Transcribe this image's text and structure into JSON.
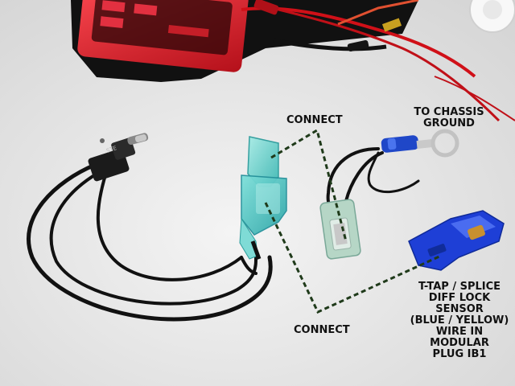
{
  "labels": {
    "connect_top": "CONNECT",
    "to_chassis_ground": "TO CHASSIS\nGROUND",
    "connect_bottom": "CONNECT",
    "ttap_splice": "T-TAP / SPLICE\nDIFF LOCK\nSENSOR\n(BLUE / YELLOW)\nWIRE IN\nMODULAR\nPLUG IB1"
  },
  "switch_brand": "STE",
  "colors": {
    "background": "#e9e9e9",
    "multimeter": "#e0202a",
    "spade_connector": "#6fd3cf",
    "ring_terminal_insulator": "#1f47c8",
    "ttap": "#1e3fd6",
    "wire": "#111111",
    "dash_line": "#1f3a1a"
  },
  "icons": [
    "toggle-switch-icon",
    "multimeter-icon",
    "ring-terminal-icon",
    "t-tap-connector-icon",
    "spade-connector-icon"
  ]
}
